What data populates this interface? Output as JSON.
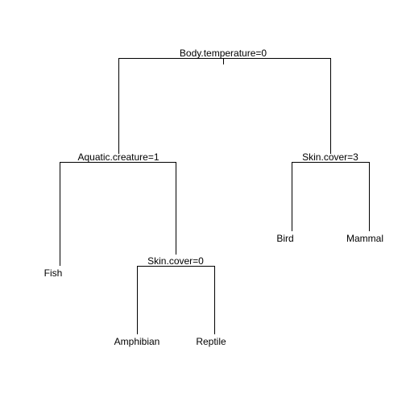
{
  "diagram": {
    "type": "decision-tree",
    "background": "#ffffff",
    "line_color": "#000000",
    "text_color": "#000000",
    "nodes": {
      "root": {
        "split": "Body.temperature=0"
      },
      "left": {
        "split": "Aquatic.creature=1"
      },
      "right": {
        "split": "Skin.cover=3"
      },
      "left_right": {
        "split": "Skin.cover=0"
      }
    },
    "leaves": {
      "fish": "Fish",
      "amphibian": "Amphibian",
      "reptile": "Reptile",
      "bird": "Bird",
      "mammal": "Mammal"
    }
  }
}
